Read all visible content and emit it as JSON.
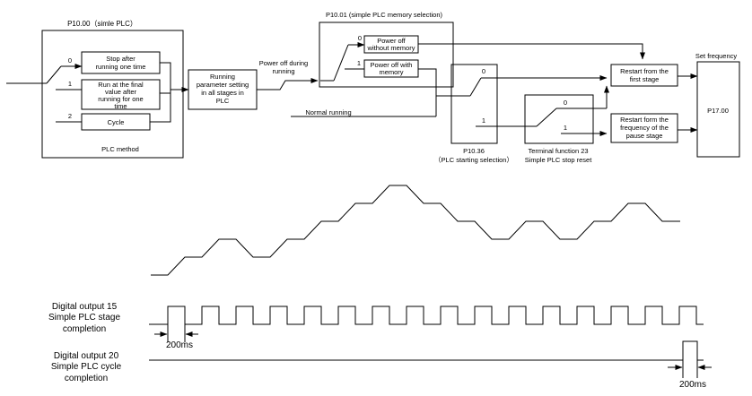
{
  "plc_method_group": {
    "title": "P10.00（simle PLC）",
    "caption": "PLC method",
    "options": [
      {
        "index": "0",
        "lines": [
          "Stop after",
          "running one time"
        ]
      },
      {
        "index": "1",
        "lines": [
          "Run at the final",
          "value after",
          "running for one",
          "time"
        ]
      },
      {
        "index": "2",
        "lines": [
          "Cycle"
        ]
      }
    ]
  },
  "running_box": {
    "lines": [
      "Running",
      "parameter setting",
      "in all stages in",
      "PLC"
    ]
  },
  "power_off_label": {
    "lines": [
      "Power off during",
      "running"
    ]
  },
  "memory_group": {
    "title": "P10.01 (simple PLC memory selection)",
    "options": [
      {
        "index": "0",
        "lines": [
          "Power off",
          "without memory"
        ]
      },
      {
        "index": "1",
        "lines": [
          "Power off with",
          "memory"
        ]
      }
    ]
  },
  "normal_running_label": "Normal running",
  "start_selection": {
    "index0": "0",
    "index1": "1",
    "caption": [
      "P10.36",
      "（PLC starting selection）"
    ]
  },
  "stop_reset": {
    "index0": "0",
    "index1": "1",
    "caption": [
      "Terminal function 23",
      "Simple PLC stop reset"
    ]
  },
  "restart_first": {
    "lines": [
      "Restart from the",
      "first stage"
    ]
  },
  "restart_pause": {
    "lines": [
      "Restart form the",
      "frequency of the",
      "pause stage"
    ]
  },
  "set_frequency": {
    "title": "Set frequency",
    "param": "P17.00"
  },
  "timing": {
    "stage_output_label": [
      "Digital output 15",
      "Simple PLC stage",
      "completion"
    ],
    "cycle_output_label": [
      "Digital output 20",
      "Simple PLC cycle",
      "completion"
    ],
    "stage_pulse_width": "200ms",
    "cycle_pulse_width": "200ms"
  }
}
